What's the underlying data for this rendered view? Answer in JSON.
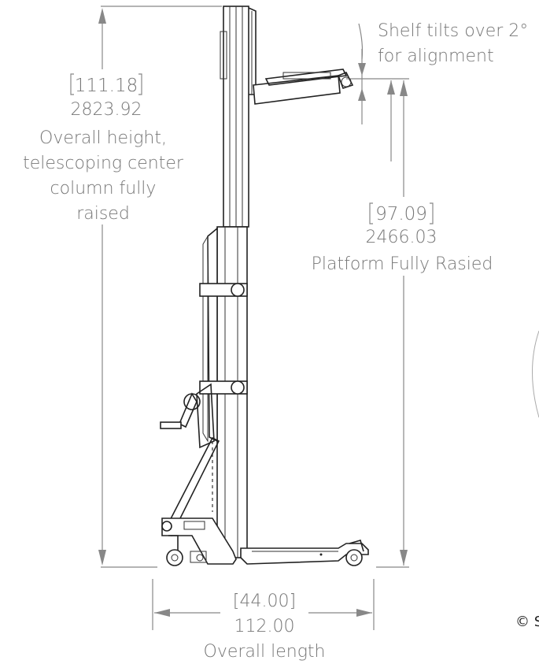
{
  "annotations": {
    "shelf_tilt_line1": "Shelf tilts over 2°",
    "shelf_tilt_line2": "for alignment"
  },
  "dimensions": {
    "overall_height": {
      "inches": "111.18",
      "mm": "2823.92",
      "caption_line1": "Overall height,",
      "caption_line2": "telescoping center",
      "caption_line3": "column fully",
      "caption_line4": "raised"
    },
    "platform_height": {
      "inches": "97.09",
      "mm": "2466.03",
      "caption": "Platform Fully Rasied"
    },
    "overall_length": {
      "inches": "[44.00]",
      "mm": "112.00",
      "caption": "Overall length"
    }
  },
  "copyright": "© S"
}
